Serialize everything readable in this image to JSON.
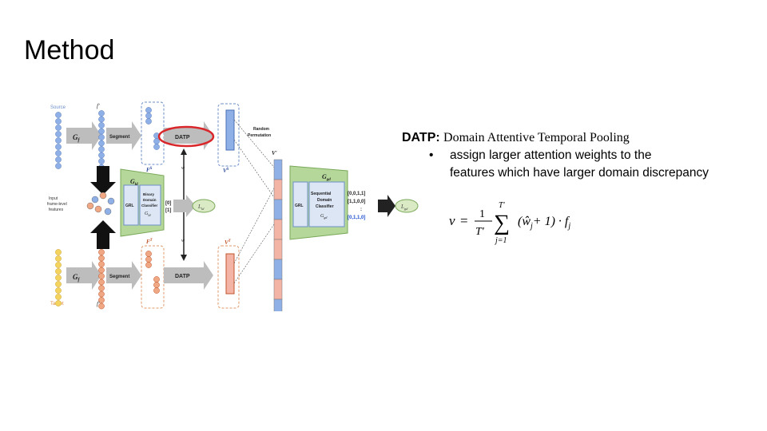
{
  "slide": {
    "title": "Method"
  },
  "diagram": {
    "source_label": "Source",
    "target_label": "Target",
    "input_label": [
      "Input",
      "frame-level",
      "features"
    ],
    "gf": "G",
    "gf_sub": "f",
    "segment": "Segment",
    "datp": "DATP",
    "fs": "F",
    "fs_sup": "S",
    "ft": "F",
    "ft_sup": "T",
    "vs": "V",
    "vs_sup": "S",
    "vt": "V",
    "vt_sup": "T",
    "vprime": "V'",
    "w_label": "w",
    "random_perm": [
      "Random",
      "Permutation"
    ],
    "grl": "GRL",
    "binary_classifier": [
      "Binary",
      "Domain",
      "Classifier"
    ],
    "gld": "G",
    "gld_sub": "ld",
    "gyd": "G",
    "gyd_sub": "gd",
    "seq_classifier": [
      "Sequential",
      "Domain",
      "Classifier"
    ],
    "binary_outputs": [
      "[0]",
      "[1]"
    ],
    "seq_outputs": [
      "[0,0,1,1]",
      "[1,1,0,0]",
      ":",
      "[0,1,1,0]"
    ],
    "loss_ld": "L",
    "loss_ld_sub": "ld",
    "loss_gd": "L",
    "loss_gd_sub": "gd",
    "f_prime_top": "f'",
    "f_prime_bottom": "f'"
  },
  "caption": {
    "lead": "DATP:",
    "lead_desc": "Domain Attentive Temporal Pooling",
    "bullet_symbol": "•",
    "bullet_line1": "assign larger attention weights to the",
    "bullet_line2": "features which have larger domain discrepancy"
  },
  "formula": {
    "lhs": "v",
    "eq": "=",
    "num": "1",
    "den": "T'",
    "upper": "T'",
    "lower": "j=1",
    "sum": "∑",
    "body": "(ŵ",
    "body_sub": "j",
    "body_rest": "+ 1) · f",
    "body_sub2": "j"
  },
  "colors": {
    "blue_node": "#8fb0e6",
    "orange_node": "#f0a884",
    "yellow_node": "#f4d35e",
    "green_box": "#b5d89a",
    "datp_ring": "#d9262a",
    "arrow_gray": "#bdbdbd",
    "pink_bar": "#f3b4a6",
    "output_blue": "#1f4fd1"
  }
}
